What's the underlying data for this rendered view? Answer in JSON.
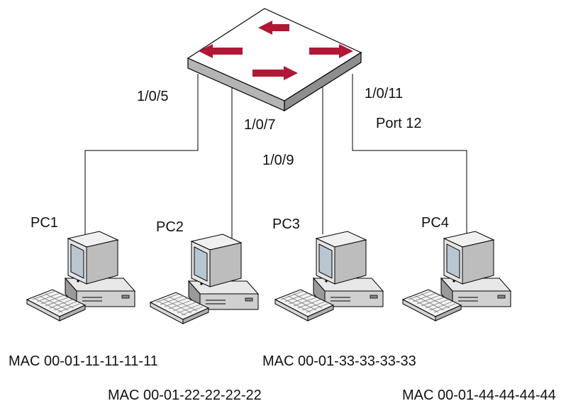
{
  "switch": {
    "ports": {
      "p1": "1/0/5",
      "p2": "1/0/7",
      "p3": "1/0/9",
      "p4": "1/0/11",
      "p4_alt": "Port 12"
    }
  },
  "pcs": [
    {
      "name": "PC1",
      "mac": "MAC 00-01-11-11-11-11"
    },
    {
      "name": "PC2",
      "mac": "MAC 00-01-22-22-22-22"
    },
    {
      "name": "PC3",
      "mac": "MAC 00-01-33-33-33-33"
    },
    {
      "name": "PC4",
      "mac": "MAC 00-01-44-44-44-44"
    }
  ],
  "colors": {
    "arrow": "#b01836",
    "switch_top": "#ffffff",
    "switch_side": "#a8a8a8",
    "monitor_body": "#e4e4e4",
    "screen": "#b8c6d2"
  },
  "icons": [
    "network-switch-icon",
    "desktop-computer-icon"
  ]
}
